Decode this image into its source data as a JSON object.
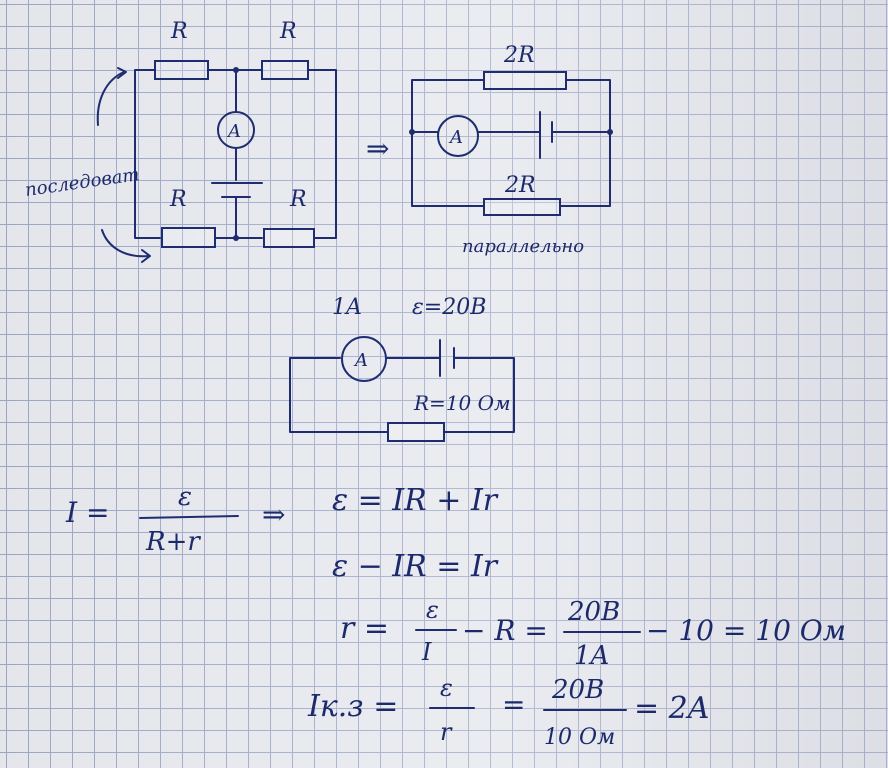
{
  "colors": {
    "ink": "#1f2c70",
    "paper": "#e4e6ec",
    "grid": "#9aa6c4"
  },
  "circuit1": {
    "r_top_left": "R",
    "r_top_right": "R",
    "r_bottom_left": "R",
    "r_bottom_right": "R",
    "ammeter": "A",
    "note": "последоват"
  },
  "arrow": "⇒",
  "circuit2": {
    "r_top": "2R",
    "r_bottom": "2R",
    "ammeter": "A",
    "note": "параллельно"
  },
  "circuit3": {
    "given_current": "1A",
    "given_emf": "ε=20B",
    "ammeter": "A",
    "resistance": "R=10 Ом"
  },
  "formulas": {
    "f1_lhs": "I =",
    "f1_num": "ε",
    "f1_den": "R+r",
    "f1_arrow": "⇒",
    "f1_rhs": "ε = IR + Ir",
    "f2": "ε − IR = Ir",
    "f3_lhs": "r =",
    "f3_num1": "ε",
    "f3_den1": "I",
    "f3_mid": "− R =",
    "f3_num2": "20B",
    "f3_den2": "1A",
    "f3_tail": "− 10 = 10 Ом",
    "f4_lhs": "Iк.з =",
    "f4_num1": "ε",
    "f4_den1": "r",
    "f4_mid": "=",
    "f4_num2": "20B",
    "f4_den2": "10 Ом",
    "f4_tail": "= 2A"
  }
}
